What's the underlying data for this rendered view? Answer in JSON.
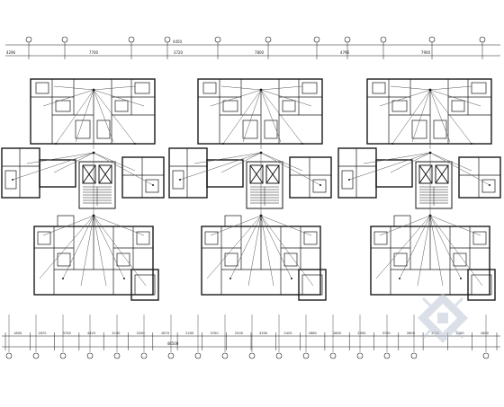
{
  "drawing": {
    "top_dimensions": {
      "overall": "4450",
      "segments": [
        "4296",
        "7700",
        "3720",
        "7800",
        "4796",
        "7900"
      ]
    },
    "bottom_dimensions": {
      "overall": "48500",
      "segments": [
        "1800",
        "1870",
        "3700",
        "4425",
        "2230",
        "2200",
        "1870",
        "2200",
        "3700",
        "2200",
        "4200",
        "2425",
        "2860",
        "1800",
        "2300",
        "3700",
        "2600",
        "3700",
        "2400",
        "1800"
      ]
    },
    "watermark_icon": "diamond-emblem-icon",
    "colors": {
      "line": "#1a1a1a",
      "wiring": "#555555",
      "watermark": "#bfc7d6"
    }
  }
}
